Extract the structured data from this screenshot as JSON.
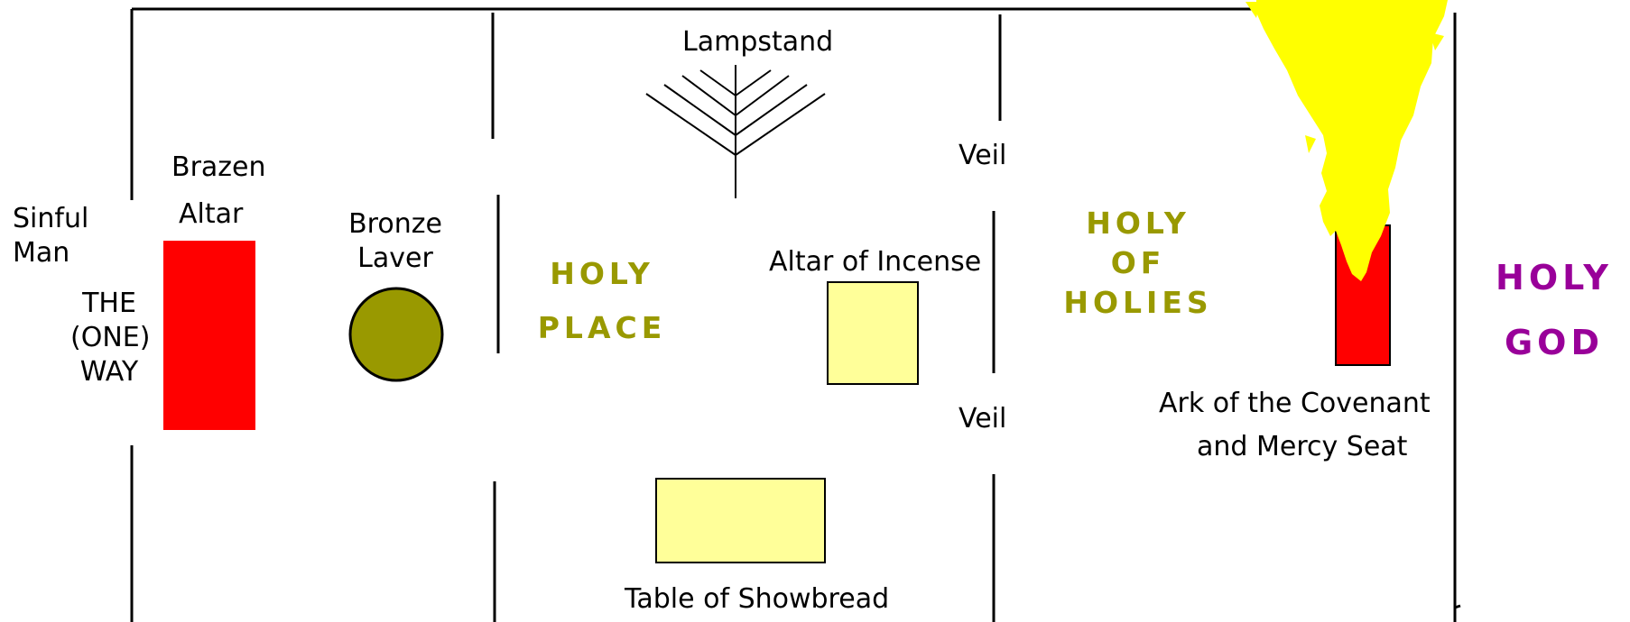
{
  "labels": {
    "sinful_man": [
      "Sinful",
      "Man"
    ],
    "the_one_way": [
      "THE",
      "(ONE)",
      "WAY"
    ],
    "brazen_altar": [
      "Brazen",
      "Altar"
    ],
    "bronze_laver": [
      "Bronze",
      "Laver"
    ],
    "lampstand": "Lampstand",
    "holy_place": [
      "HOLY",
      "PLACE"
    ],
    "altar_of_incense": "Altar of Incense",
    "veil_top": "Veil",
    "veil_bottom": "Veil",
    "table_of_showbread": "Table of Showbread",
    "holy_of_holies": [
      "HOLY",
      "OF",
      "HOLIES"
    ],
    "ark": [
      "Ark of the Covenant",
      "and Mercy Seat"
    ],
    "holy_god": [
      "HOLY",
      "GOD"
    ]
  },
  "colors": {
    "altar_red": "#ff0000",
    "laver_olive": "#999900",
    "furniture_yellow": "#ffff99",
    "glory_yellow": "#ffff00",
    "holy_text_olive": "#999900",
    "holy_god_purple": "#990099"
  }
}
